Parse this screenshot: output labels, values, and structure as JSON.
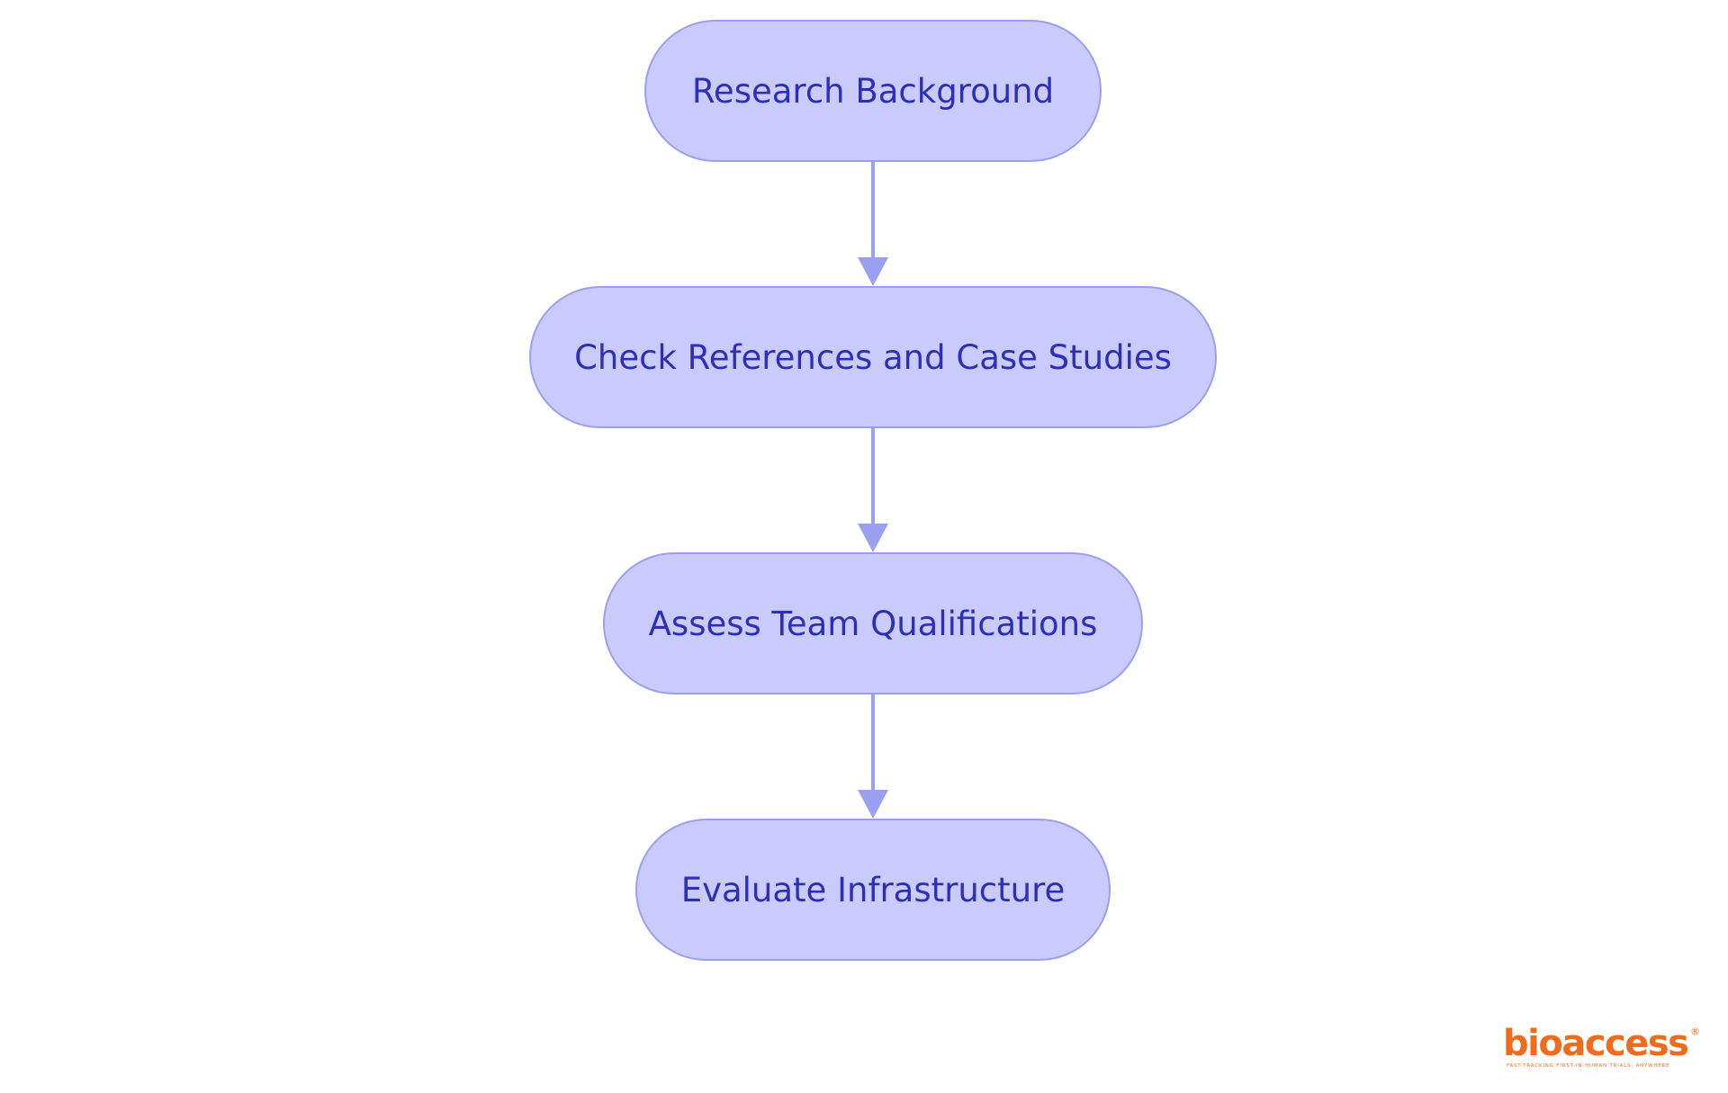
{
  "colors": {
    "node_fill": "#c9cbfc",
    "node_border": "#9a9ff0",
    "node_text": "#2d2fb8",
    "edge": "#9a9ff0",
    "logo": "#f26a1b"
  },
  "diagram": {
    "nodes": [
      {
        "label": "Research Background"
      },
      {
        "label": "Check References and Case Studies"
      },
      {
        "label": "Assess Team Qualifications"
      },
      {
        "label": "Evaluate Infrastructure"
      }
    ]
  },
  "logo": {
    "name": "bioaccess",
    "registered": "®",
    "tagline": "FAST-TRACKING FIRST-IN-HUMAN TRIALS, ANYWHERE"
  }
}
